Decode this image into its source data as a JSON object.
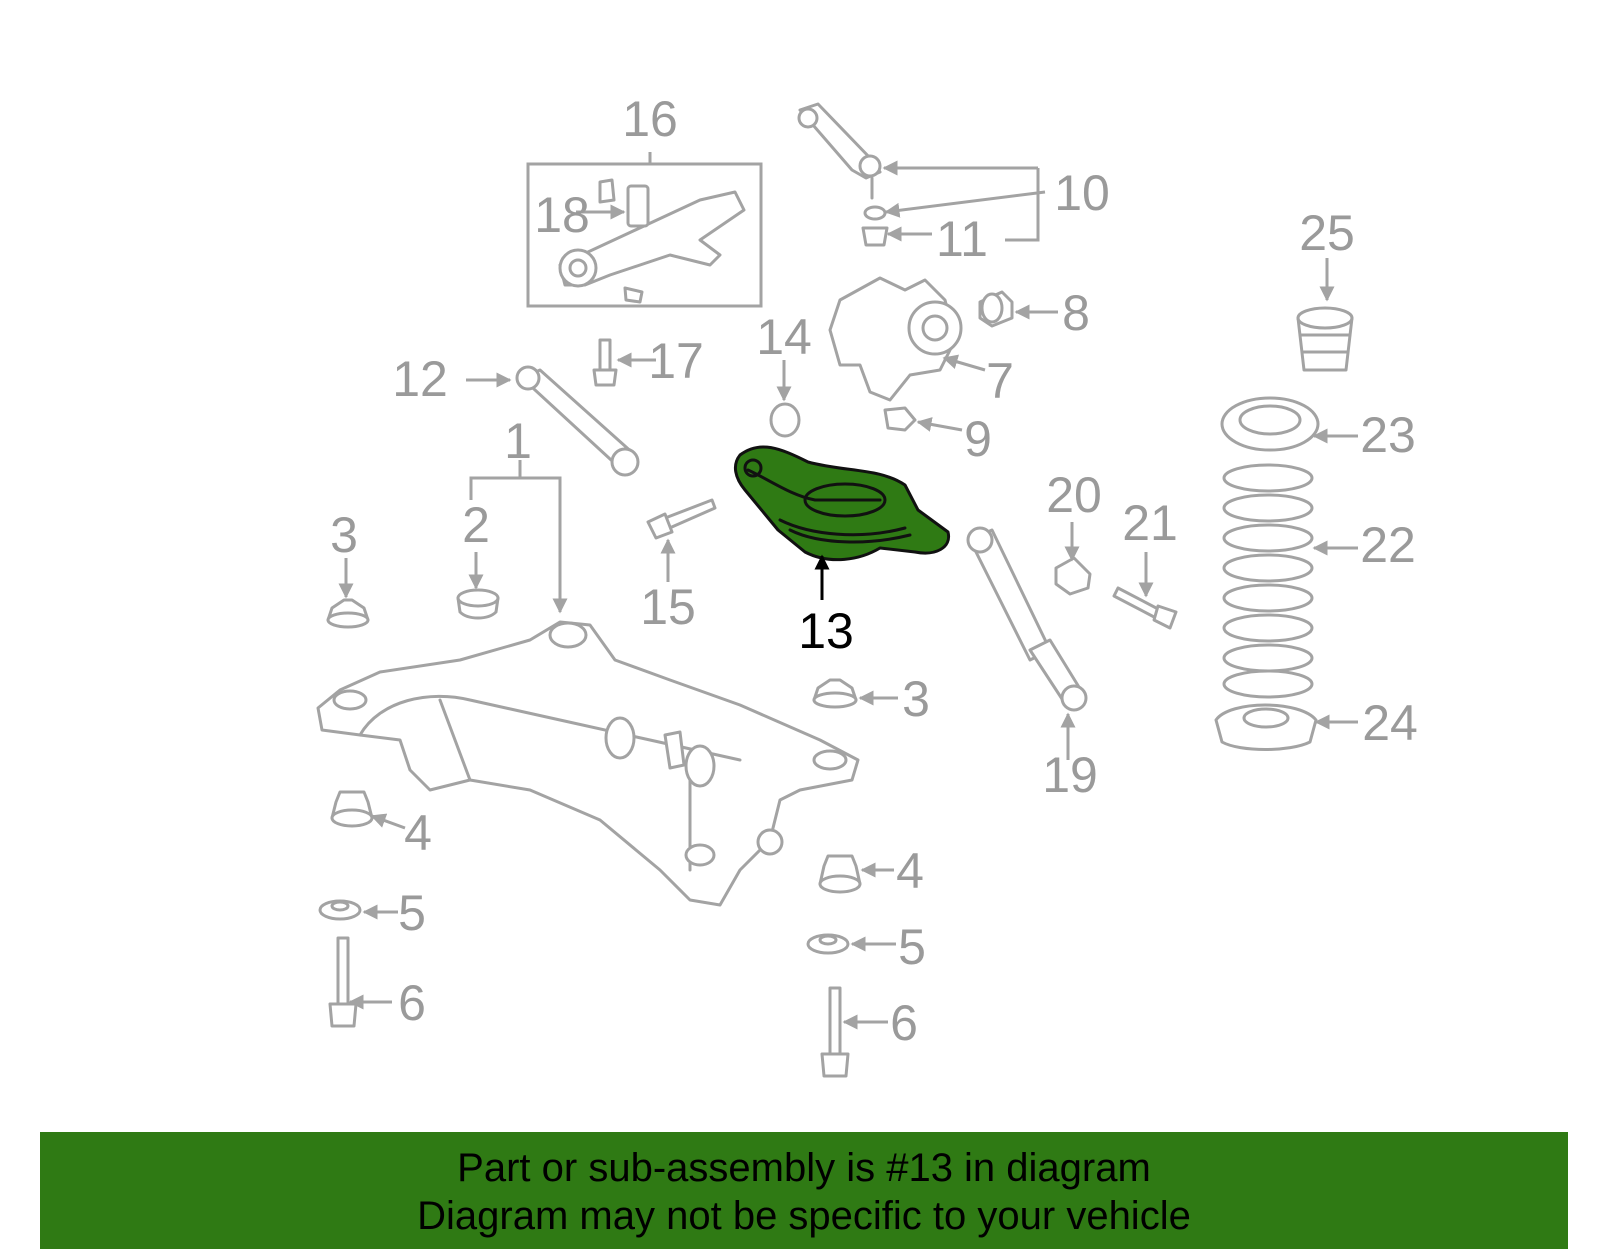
{
  "diagram": {
    "highlighted_part": "13",
    "highlight_color": "#2f7a14",
    "banner_color": "#2f7a14",
    "callouts": [
      "1",
      "2",
      "3",
      "3",
      "4",
      "4",
      "5",
      "5",
      "6",
      "6",
      "7",
      "8",
      "9",
      "10",
      "11",
      "12",
      "13",
      "14",
      "15",
      "16",
      "17",
      "18",
      "19",
      "20",
      "21",
      "22",
      "23",
      "24",
      "25"
    ]
  },
  "banner": {
    "line1": "Part or sub-assembly is #13 in diagram",
    "line2": "Diagram may not be specific to your vehicle"
  }
}
